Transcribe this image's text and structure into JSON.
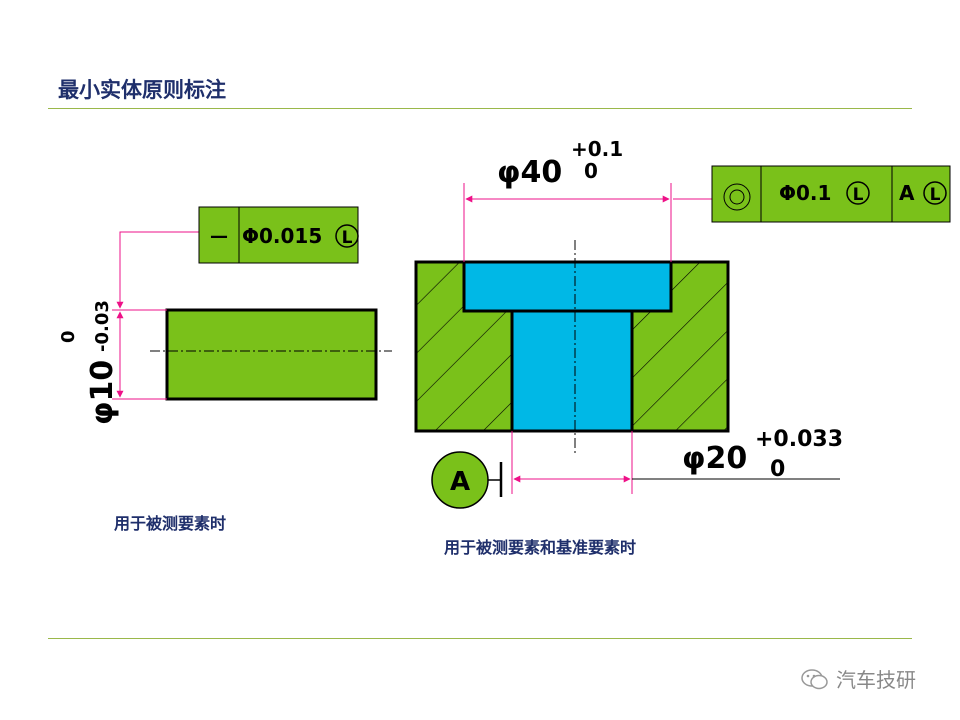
{
  "slide": {
    "title": "最小实体原则标注",
    "caption_left": "用于被测要素时",
    "caption_right": "用于被测要素和基准要素时",
    "watermark": "汽车技研"
  },
  "left_part": {
    "frame_symbol": "—",
    "frame_tolerance": "Φ0.015",
    "frame_modifier": "L",
    "dim_main": "φ10",
    "dim_upper": "0",
    "dim_lower": "-0.03"
  },
  "right_part": {
    "frame_symbol_icon": "concentricity-icon",
    "frame_tolerance": "Φ0.1",
    "frame_modifier": "L",
    "frame_datum": "A",
    "frame_datum_modifier": "L",
    "dim_top_main": "φ40",
    "dim_top_upper": "+0.1",
    "dim_top_lower": "0",
    "dim_bottom_main": "φ20",
    "dim_bottom_upper": "+0.033",
    "dim_bottom_lower": "0",
    "datum_label": "A"
  },
  "colors": {
    "part_green": "#7ac11a",
    "bore_cyan": "#00b8e6",
    "dim_line": "#ee1188",
    "title_blue": "#1f2f6b"
  }
}
